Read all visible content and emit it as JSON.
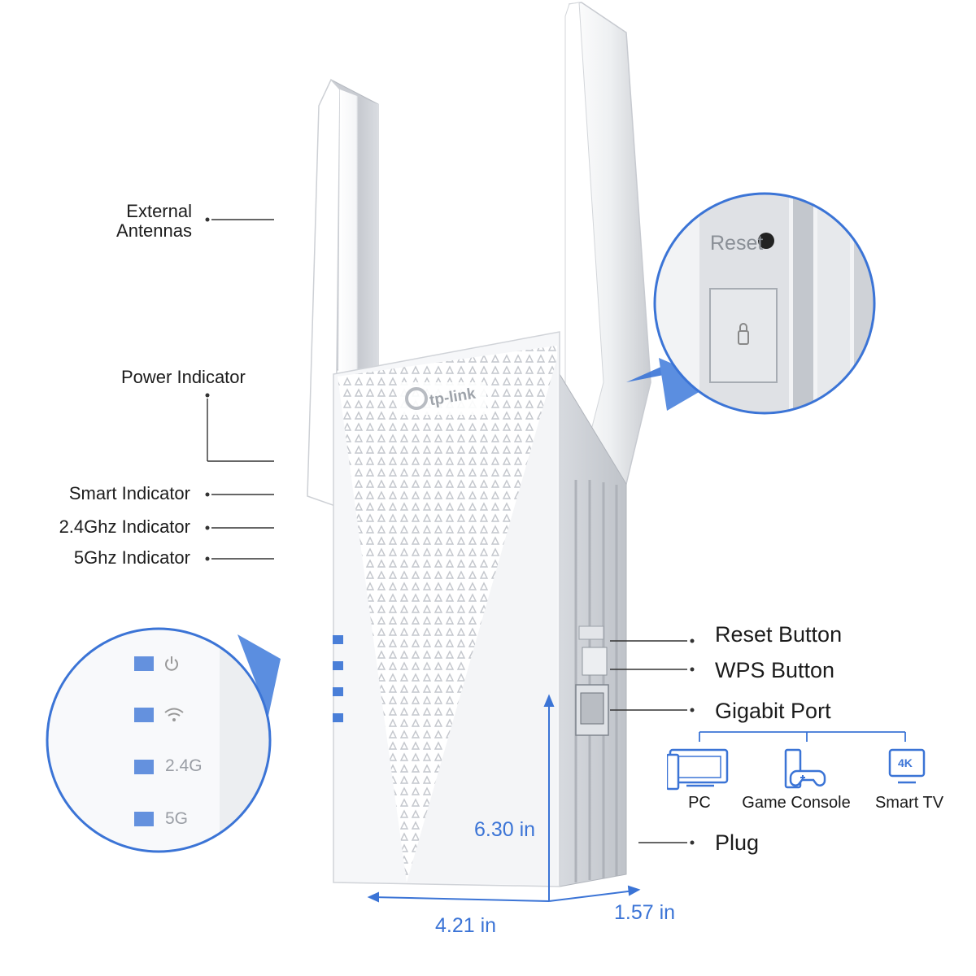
{
  "left_labels": {
    "external_antennas_line1": "External",
    "external_antennas_line2": "Antennas",
    "power_indicator": "Power Indicator",
    "smart_indicator": "Smart Indicator",
    "indicator_24": "2.4Ghz Indicator",
    "indicator_5": "5Ghz Indicator"
  },
  "right_labels": {
    "reset_button": "Reset Button",
    "wps_button": "WPS Button",
    "gigabit_port": "Gigabit Port",
    "plug": "Plug"
  },
  "devices": [
    {
      "label": "PC",
      "icon": "pc-icon"
    },
    {
      "label": "Game Console",
      "icon": "game-console-icon"
    },
    {
      "label": "Smart TV",
      "icon": "smart-tv-icon"
    }
  ],
  "tv_badge": "4K",
  "dimensions": {
    "height": "6.30 in",
    "width": "4.21 in",
    "depth": "1.57 in"
  },
  "brand": "tp-link",
  "zoom_reset_text": "Reset",
  "led_zoom_labels": {
    "band_24": "2.4G",
    "band_5": "5G"
  },
  "colors": {
    "accent_blue": "#3b74d6",
    "led_blue": "#4a7fd8",
    "device_white": "#f6f7f9",
    "side_gray": "#c9ccd2"
  }
}
